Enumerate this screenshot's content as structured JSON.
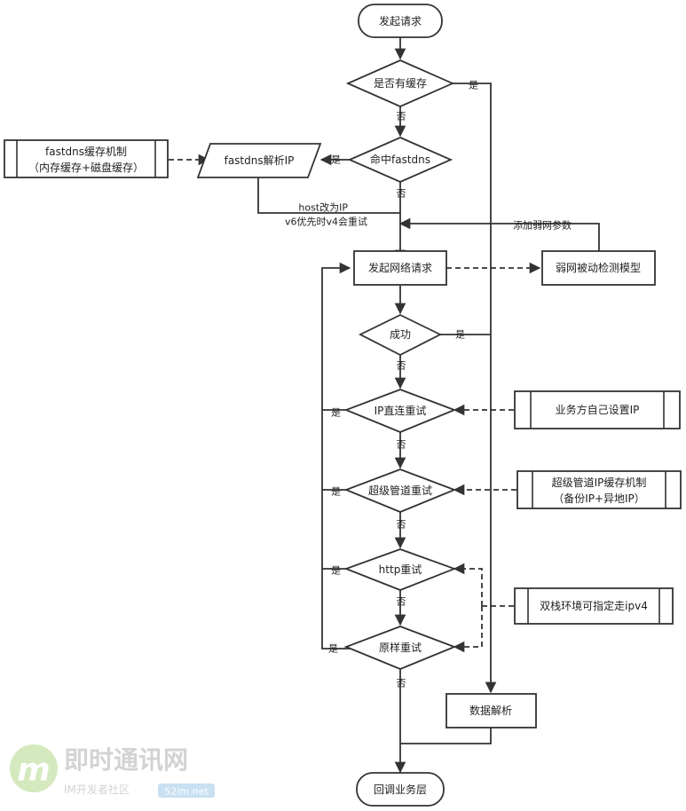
{
  "flowchart": {
    "start": "发起请求",
    "has_cache": "是否有缓存",
    "hit_fastdns": "命中fastdns",
    "fastdns_resolve": "fastdns解析IP",
    "fastdns_cache_line1": "fastdns缓存机制",
    "fastdns_cache_line2": "（内存缓存+磁盘缓存）",
    "host_note_line1": "host改为IP",
    "host_note_line2": "v6优先时v4会重试",
    "add_weak_param": "添加弱网参数",
    "network_request": "发起网络请求",
    "weak_detect": "弱网被动检测模型",
    "success": "成功",
    "ip_direct_retry": "IP直连重试",
    "business_set_ip": "业务方自己设置IP",
    "super_pipe_retry": "超级管道重试",
    "super_pipe_cache_line1": "超级管道IP缓存机制",
    "super_pipe_cache_line2": "（备份IP+异地IP）",
    "http_retry": "http重试",
    "dual_stack": "双栈环境可指定走ipv4",
    "original_retry": "原样重试",
    "data_parse": "数据解析",
    "callback": "回调业务层",
    "yes": "是",
    "no": "否"
  },
  "watermark": {
    "logo_letter": "m",
    "title": "即时通讯网",
    "subtitle": "IM开发者社区",
    "site": "52im.net"
  }
}
